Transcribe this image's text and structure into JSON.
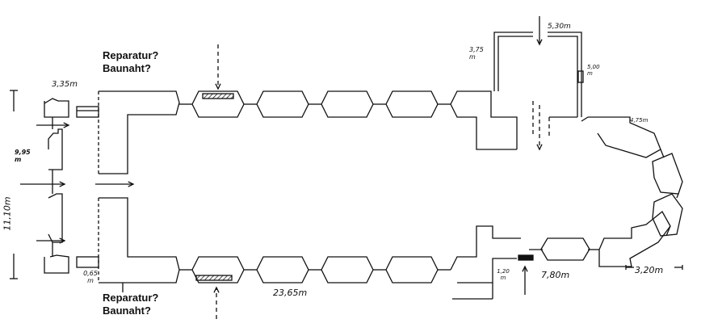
{
  "annotations": {
    "top_question": [
      "Reparatur?",
      "Baunaht?"
    ],
    "bottom_question": [
      "Reparatur?",
      "Baunaht?"
    ]
  },
  "dimensions": {
    "west_tower": "3,35m",
    "west_pier": "9,95 m",
    "total_width": "11,10m",
    "west_gap": "0,65 m",
    "nave_length": "23,65m",
    "north_annex_side": "3,75 m",
    "north_annex_top": "5,30m",
    "north_annex_right": "5,00 m",
    "apse_pier": "4,75m",
    "south_step": "1,20 m",
    "choir_length": "7,80m",
    "apse_depth": "3,20m"
  },
  "colors": {
    "ink": "#111111",
    "paper": "#ffffff"
  }
}
